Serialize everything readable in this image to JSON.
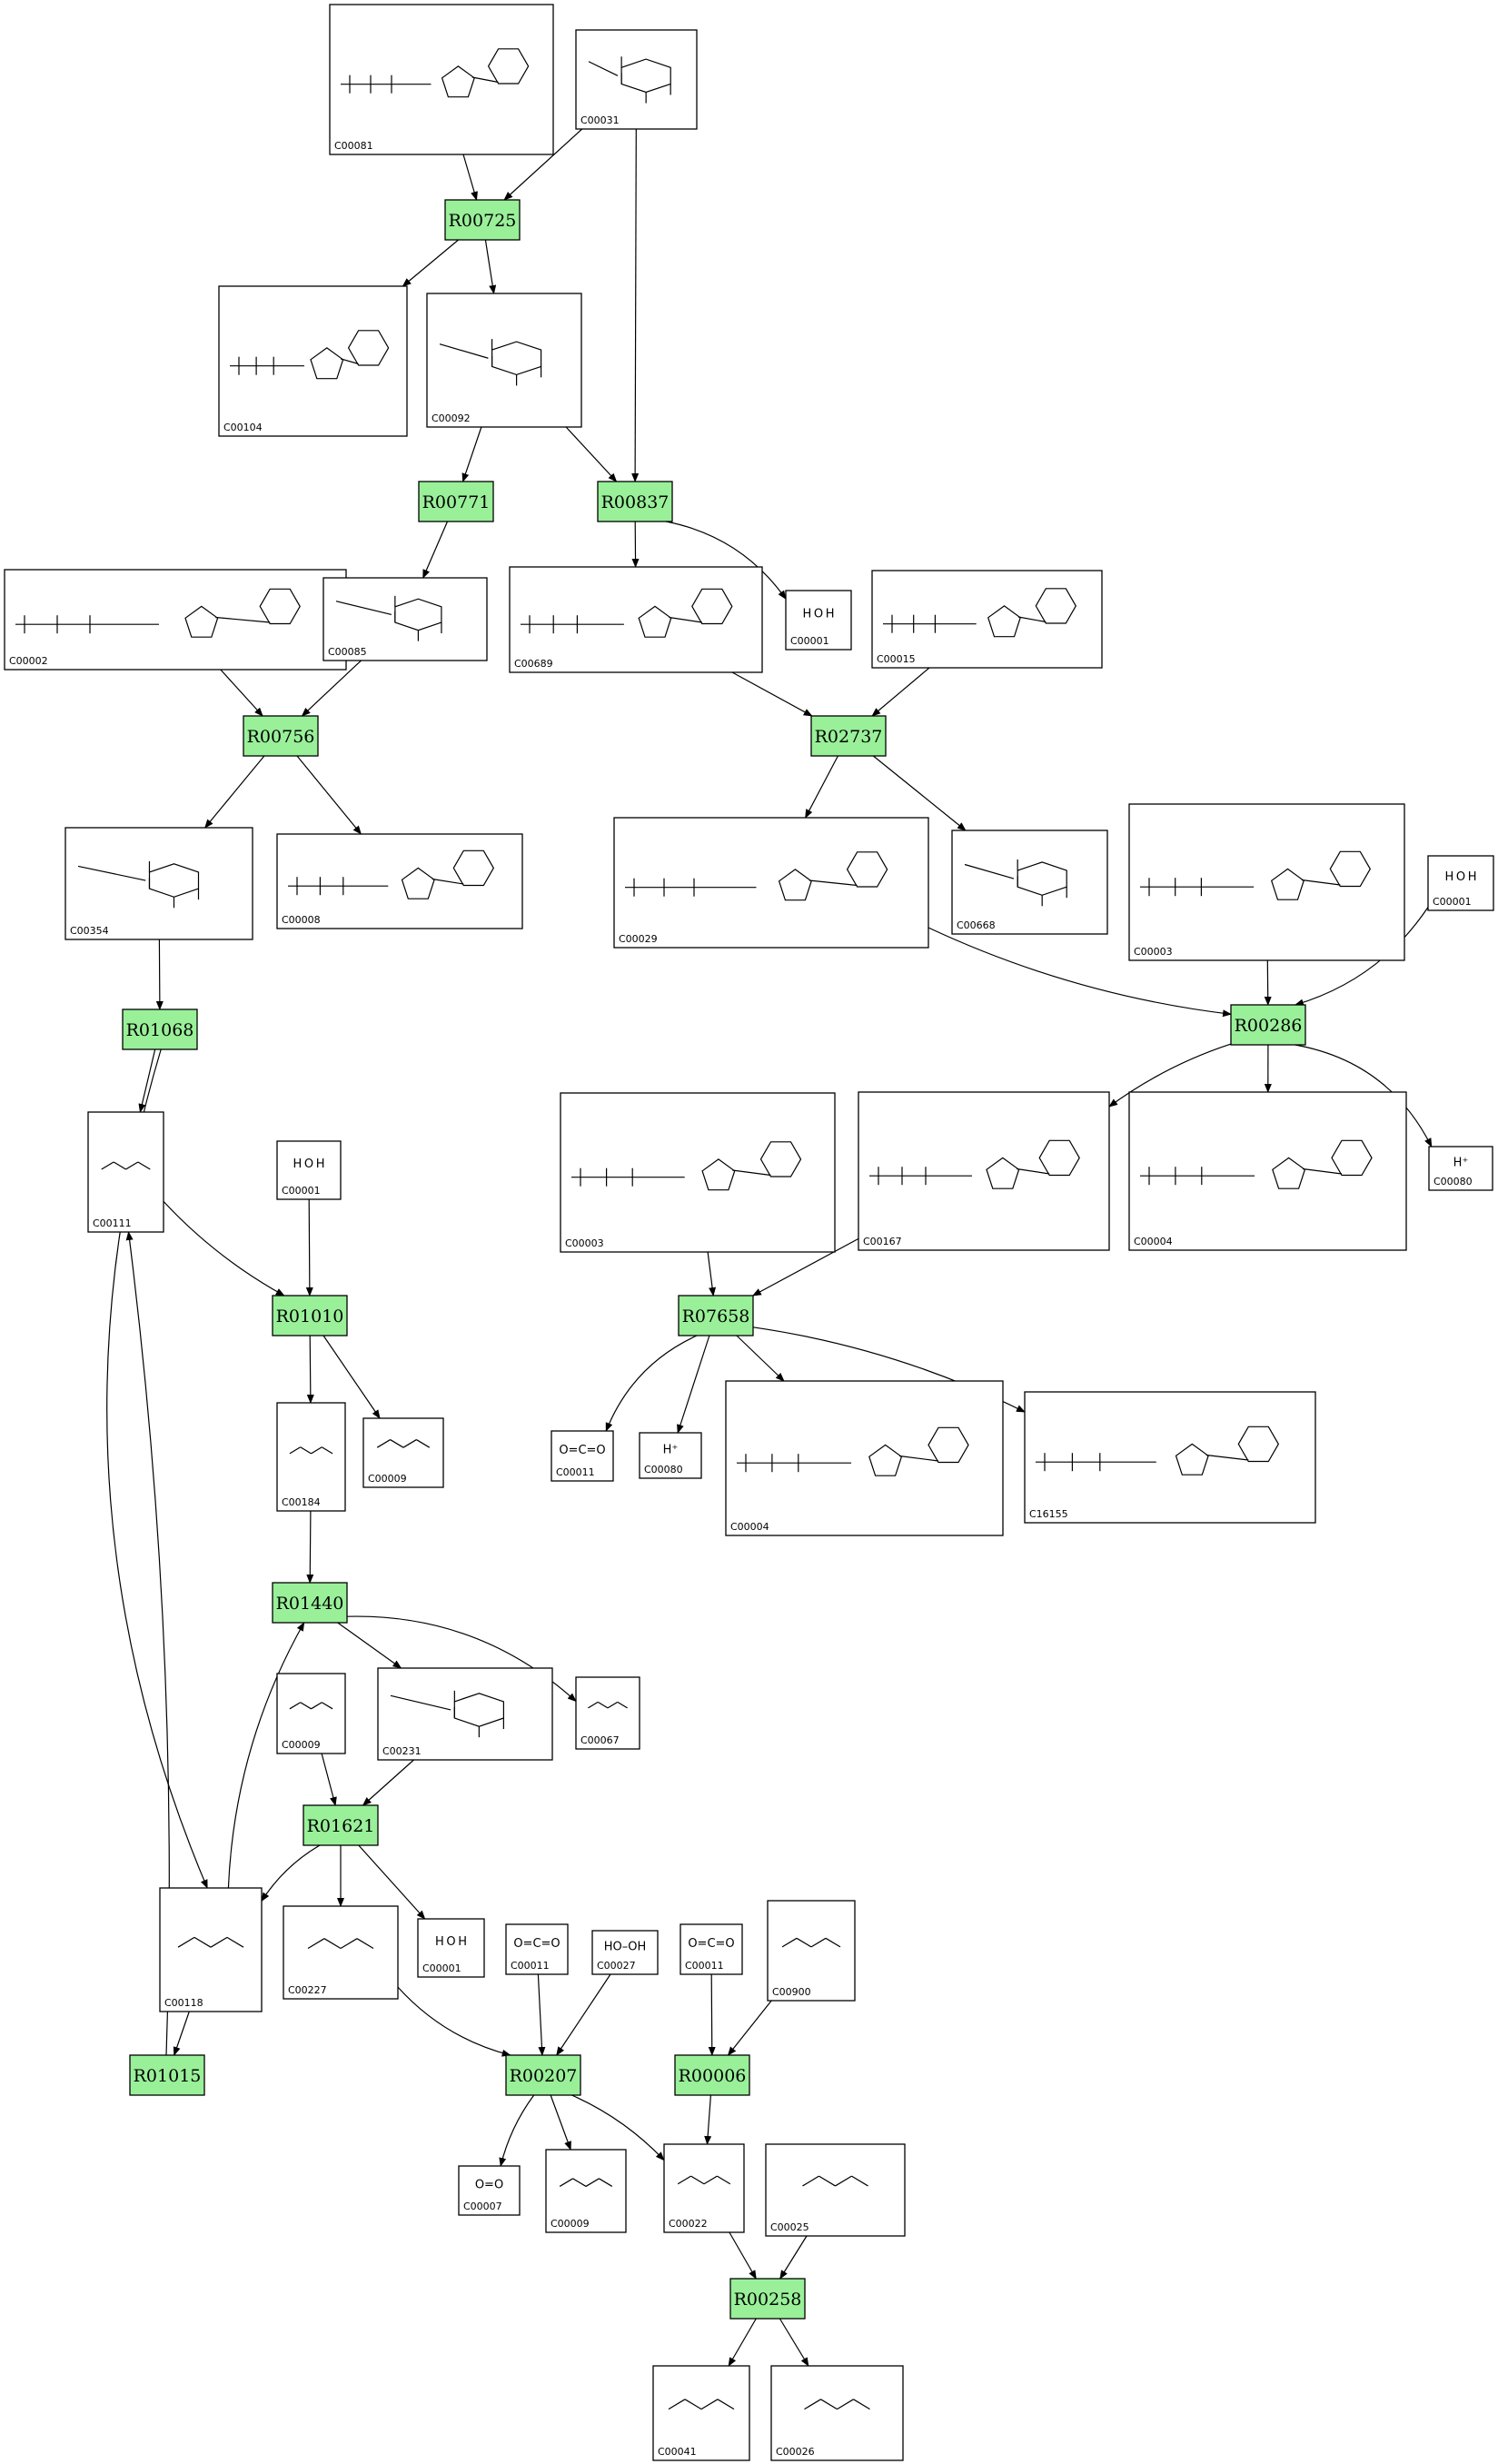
{
  "reactions": [
    {
      "id": "R00725",
      "label": "R00725"
    },
    {
      "id": "R00771",
      "label": "R00771"
    },
    {
      "id": "R00837",
      "label": "R00837"
    },
    {
      "id": "R00756",
      "label": "R00756"
    },
    {
      "id": "R02737",
      "label": "R02737"
    },
    {
      "id": "R00286",
      "label": "R00286"
    },
    {
      "id": "R01068",
      "label": "R01068"
    },
    {
      "id": "R01010",
      "label": "R01010"
    },
    {
      "id": "R07658",
      "label": "R07658"
    },
    {
      "id": "R01440",
      "label": "R01440"
    },
    {
      "id": "R01621",
      "label": "R01621"
    },
    {
      "id": "R01015",
      "label": "R01015"
    },
    {
      "id": "R00207",
      "label": "R00207"
    },
    {
      "id": "R00006",
      "label": "R00006"
    },
    {
      "id": "R00258",
      "label": "R00258"
    }
  ],
  "compounds": [
    {
      "key": "c00081",
      "id": "C00081",
      "text": "",
      "kind": "large"
    },
    {
      "key": "c00031",
      "id": "C00031",
      "text": "",
      "kind": "sugar"
    },
    {
      "key": "c00104",
      "id": "C00104",
      "text": "",
      "kind": "large"
    },
    {
      "key": "c00092",
      "id": "C00092",
      "text": "",
      "kind": "sugar"
    },
    {
      "key": "c00002",
      "id": "C00002",
      "text": "",
      "kind": "large"
    },
    {
      "key": "c00085",
      "id": "C00085",
      "text": "",
      "kind": "sugar"
    },
    {
      "key": "c00689",
      "id": "C00689",
      "text": "",
      "kind": "large"
    },
    {
      "key": "c00001a",
      "id": "C00001",
      "text": "H O H",
      "kind": "small"
    },
    {
      "key": "c00015",
      "id": "C00015",
      "text": "",
      "kind": "large"
    },
    {
      "key": "c00354",
      "id": "C00354",
      "text": "",
      "kind": "sugar"
    },
    {
      "key": "c00008",
      "id": "C00008",
      "text": "",
      "kind": "large"
    },
    {
      "key": "c00029",
      "id": "C00029",
      "text": "",
      "kind": "large"
    },
    {
      "key": "c00668",
      "id": "C00668",
      "text": "",
      "kind": "sugar"
    },
    {
      "key": "c00003a",
      "id": "C00003",
      "text": "",
      "kind": "large"
    },
    {
      "key": "c00001b",
      "id": "C00001",
      "text": "H O H",
      "kind": "small"
    },
    {
      "key": "c00111",
      "id": "C00111",
      "text": "",
      "kind": "small"
    },
    {
      "key": "c00001c",
      "id": "C00001",
      "text": "H O H",
      "kind": "small"
    },
    {
      "key": "c00003b",
      "id": "C00003",
      "text": "",
      "kind": "large"
    },
    {
      "key": "c00167",
      "id": "C00167",
      "text": "",
      "kind": "large"
    },
    {
      "key": "c00004a",
      "id": "C00004",
      "text": "",
      "kind": "large"
    },
    {
      "key": "c00080a",
      "id": "C00080",
      "text": "H⁺",
      "kind": "small"
    },
    {
      "key": "c00184",
      "id": "C00184",
      "text": "",
      "kind": "small"
    },
    {
      "key": "c00009a",
      "id": "C00009",
      "text": "",
      "kind": "small"
    },
    {
      "key": "c00011a",
      "id": "C00011",
      "text": "O=C=O",
      "kind": "small"
    },
    {
      "key": "c00080b",
      "id": "C00080",
      "text": "H⁺",
      "kind": "small"
    },
    {
      "key": "c00004b",
      "id": "C00004",
      "text": "",
      "kind": "large"
    },
    {
      "key": "c16155",
      "id": "C16155",
      "text": "",
      "kind": "large"
    },
    {
      "key": "c00009b",
      "id": "C00009",
      "text": "",
      "kind": "small"
    },
    {
      "key": "c00231",
      "id": "C00231",
      "text": "",
      "kind": "sugar"
    },
    {
      "key": "c00067",
      "id": "C00067",
      "text": "",
      "kind": "small"
    },
    {
      "key": "c00118",
      "id": "C00118",
      "text": "",
      "kind": "small"
    },
    {
      "key": "c00227",
      "id": "C00227",
      "text": "",
      "kind": "small"
    },
    {
      "key": "c00001d",
      "id": "C00001",
      "text": "H O H",
      "kind": "small"
    },
    {
      "key": "c00011b",
      "id": "C00011",
      "text": "O=C=O",
      "kind": "small"
    },
    {
      "key": "c00027",
      "id": "C00027",
      "text": "HO–OH",
      "kind": "small"
    },
    {
      "key": "c00011c",
      "id": "C00011",
      "text": "O=C=O",
      "kind": "small"
    },
    {
      "key": "c00900",
      "id": "C00900",
      "text": "",
      "kind": "small"
    },
    {
      "key": "c00007",
      "id": "C00007",
      "text": "O=O",
      "kind": "small"
    },
    {
      "key": "c00009c",
      "id": "C00009",
      "text": "",
      "kind": "small"
    },
    {
      "key": "c00022",
      "id": "C00022",
      "text": "",
      "kind": "small"
    },
    {
      "key": "c00025",
      "id": "C00025",
      "text": "",
      "kind": "small"
    },
    {
      "key": "c00041",
      "id": "C00041",
      "text": "",
      "kind": "small"
    },
    {
      "key": "c00026",
      "id": "C00026",
      "text": "",
      "kind": "small"
    }
  ],
  "edges": [
    [
      "c00081",
      "R00725"
    ],
    [
      "c00031",
      "R00725"
    ],
    [
      "R00725",
      "c00104"
    ],
    [
      "R00725",
      "c00092"
    ],
    [
      "c00031",
      "R00837"
    ],
    [
      "c00092",
      "R00771"
    ],
    [
      "c00092",
      "R00837"
    ],
    [
      "R00771",
      "c00085"
    ],
    [
      "R00837",
      "c00689"
    ],
    [
      "R00837",
      "c00001a"
    ],
    [
      "c00002",
      "R00756"
    ],
    [
      "c00085",
      "R00756"
    ],
    [
      "R00756",
      "c00354"
    ],
    [
      "R00756",
      "c00008"
    ],
    [
      "c00689",
      "R02737"
    ],
    [
      "c00015",
      "R02737"
    ],
    [
      "R02737",
      "c00029"
    ],
    [
      "R02737",
      "c00668"
    ],
    [
      "c00354",
      "R01068"
    ],
    [
      "R01068",
      "c00111"
    ],
    [
      "R01068",
      "c00118"
    ],
    [
      "c00029",
      "R00286"
    ],
    [
      "c00003a",
      "R00286"
    ],
    [
      "c00001b",
      "R00286"
    ],
    [
      "R00286",
      "c00167"
    ],
    [
      "R00286",
      "c00004a"
    ],
    [
      "R00286",
      "c00080a"
    ],
    [
      "c00111",
      "R01010"
    ],
    [
      "c00001c",
      "R01010"
    ],
    [
      "R01010",
      "c00184"
    ],
    [
      "R01010",
      "c00009a"
    ],
    [
      "c00003b",
      "R07658"
    ],
    [
      "c00167",
      "R07658"
    ],
    [
      "R07658",
      "c00011a"
    ],
    [
      "R07658",
      "c00080b"
    ],
    [
      "R07658",
      "c00004b"
    ],
    [
      "R07658",
      "c16155"
    ],
    [
      "c00184",
      "R01440"
    ],
    [
      "R01440",
      "c00231"
    ],
    [
      "R01440",
      "c00067"
    ],
    [
      "c00009b",
      "R01621"
    ],
    [
      "c00231",
      "R01621"
    ],
    [
      "R01621",
      "c00118"
    ],
    [
      "R01621",
      "c00227"
    ],
    [
      "R01621",
      "c00001d"
    ],
    [
      "c00118",
      "R01440"
    ],
    [
      "c00118",
      "R01015"
    ],
    [
      "R01015",
      "c00111"
    ],
    [
      "c00227",
      "R00207"
    ],
    [
      "c00011b",
      "R00207"
    ],
    [
      "c00027",
      "R00207"
    ],
    [
      "R00207",
      "c00007"
    ],
    [
      "R00207",
      "c00009c"
    ],
    [
      "R00207",
      "c00022"
    ],
    [
      "c00011c",
      "R00006"
    ],
    [
      "c00900",
      "R00006"
    ],
    [
      "R00006",
      "c00022"
    ],
    [
      "c00022",
      "R00258"
    ],
    [
      "c00025",
      "R00258"
    ],
    [
      "R00258",
      "c00041"
    ],
    [
      "R00258",
      "c00026"
    ]
  ]
}
